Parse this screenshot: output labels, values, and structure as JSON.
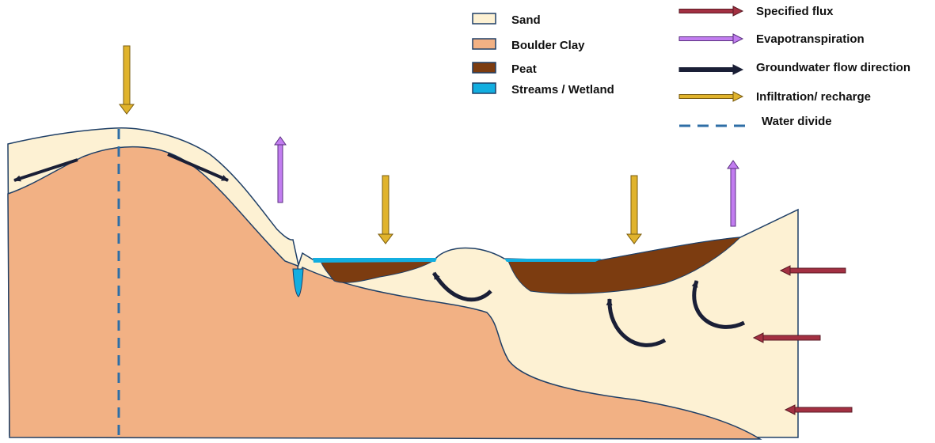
{
  "legend": {
    "materials": [
      {
        "key": "sand",
        "label": "Sand",
        "color": "#fdf1d3"
      },
      {
        "key": "boulder-clay",
        "label": "Boulder Clay",
        "color": "#f2b184"
      },
      {
        "key": "peat",
        "label": "Peat",
        "color": "#7c3c10"
      },
      {
        "key": "streams-wetland",
        "label": "Streams / Wetland",
        "color": "#12aee0"
      }
    ],
    "arrows": [
      {
        "key": "specified-flux",
        "label": "Specified flux",
        "color": "#a33042"
      },
      {
        "key": "evapotranspiration",
        "label": "Evapotranspiration",
        "color": "#c27df0"
      },
      {
        "key": "groundwater-flow",
        "label": "Groundwater flow direction",
        "color": "#1a1f36"
      },
      {
        "key": "infiltration-recharge",
        "label": "Infiltration/ recharge",
        "color": "#e0b32c"
      },
      {
        "key": "water-divide",
        "label": "Water divide",
        "color": "#2e6ea6"
      }
    ]
  },
  "colors": {
    "outline": "#1f3f66",
    "sand": "#fdf1d3",
    "boulder_clay": "#f2b184",
    "peat": "#7c3c10",
    "water": "#12aee0",
    "specified_flux": "#a33042",
    "evapotranspiration": "#c27df0",
    "groundwater_flow": "#1a1f36",
    "infiltration_recharge": "#e0b32c",
    "water_divide": "#2e6ea6"
  }
}
